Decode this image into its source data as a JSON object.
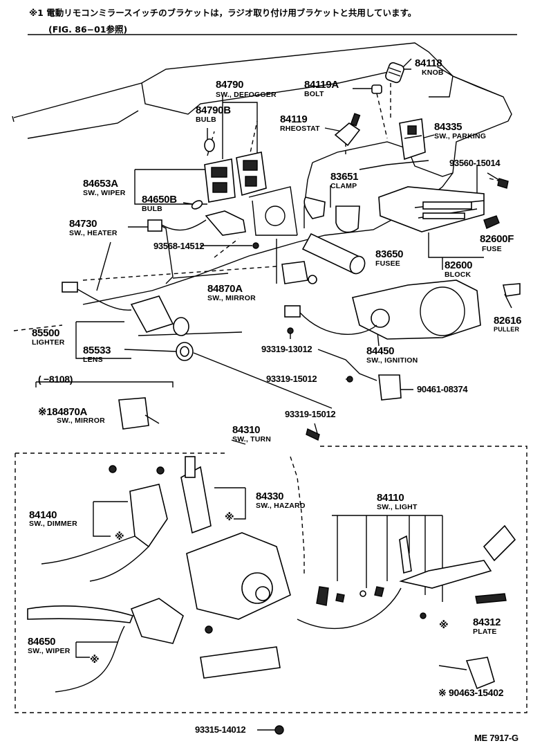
{
  "header": {
    "note_line1": "※1 電動リモコンミラースイッチのブラケットは，ラジオ取り付け用ブラケットと共用しています。",
    "note_line2": "(FIG. 86−01参照)"
  },
  "parts": [
    {
      "id": "p84118",
      "number": "84118",
      "name": "KNOB"
    },
    {
      "id": "p84790",
      "number": "84790",
      "name": "SW., DEFOGGER"
    },
    {
      "id": "p84119A",
      "number": "84119A",
      "name": "BOLT"
    },
    {
      "id": "p84790B",
      "number": "84790B",
      "name": "BULB"
    },
    {
      "id": "p84119",
      "number": "84119",
      "name": "RHEOSTAT"
    },
    {
      "id": "p84335",
      "number": "84335",
      "name": "SW., PARKING"
    },
    {
      "id": "p93560",
      "number": "93560-15014",
      "name": ""
    },
    {
      "id": "p84653A",
      "number": "84653A",
      "name": "SW., WIPER"
    },
    {
      "id": "p83651",
      "number": "83651",
      "name": "CLAMP"
    },
    {
      "id": "p84650B",
      "number": "84650B",
      "name": "BULB"
    },
    {
      "id": "p84730",
      "number": "84730",
      "name": "SW., HEATER"
    },
    {
      "id": "p82600F",
      "number": "82600F",
      "name": "FUSE"
    },
    {
      "id": "p93568",
      "number": "93568-14512",
      "name": ""
    },
    {
      "id": "p83650",
      "number": "83650",
      "name": "FUSEE"
    },
    {
      "id": "p82600",
      "number": "82600",
      "name": "BLOCK"
    },
    {
      "id": "p84870A",
      "number": "84870A",
      "name": "SW., MIRROR"
    },
    {
      "id": "p85500",
      "number": "85500",
      "name": "LIGHTER"
    },
    {
      "id": "p82616",
      "number": "82616",
      "name": "PULLER"
    },
    {
      "id": "p85533",
      "number": "85533",
      "name": "LENS"
    },
    {
      "id": "p93319a",
      "number": "93319-13012",
      "name": ""
    },
    {
      "id": "p84450",
      "number": "84450",
      "name": "SW., IGNITION"
    },
    {
      "id": "p93319b",
      "number": "93319-15012",
      "name": ""
    },
    {
      "id": "p90461",
      "number": "90461-08374",
      "name": ""
    },
    {
      "id": "p184870A",
      "number": "※184870A",
      "name": "SW., MIRROR"
    },
    {
      "id": "p93319c",
      "number": "93319-15012",
      "name": ""
    },
    {
      "id": "p84310",
      "number": "84310",
      "name": "SW., TURN"
    },
    {
      "id": "p84330",
      "number": "84330",
      "name": "SW., HAZARD"
    },
    {
      "id": "p84110",
      "number": "84110",
      "name": "SW., LIGHT"
    },
    {
      "id": "p84140",
      "number": "84140",
      "name": "SW., DIMMER"
    },
    {
      "id": "p84312",
      "number": "84312",
      "name": "PLATE"
    },
    {
      "id": "p84650",
      "number": "84650",
      "name": "SW., WIPER"
    },
    {
      "id": "p90463",
      "number": "※ 90463-15402",
      "name": ""
    },
    {
      "id": "p93315",
      "number": "93315-14012",
      "name": ""
    }
  ],
  "range_label": "(        −8108)",
  "diagram_code": "ME 7917-G",
  "icons": {
    "asterisk": "asterisk-mark-icon"
  }
}
